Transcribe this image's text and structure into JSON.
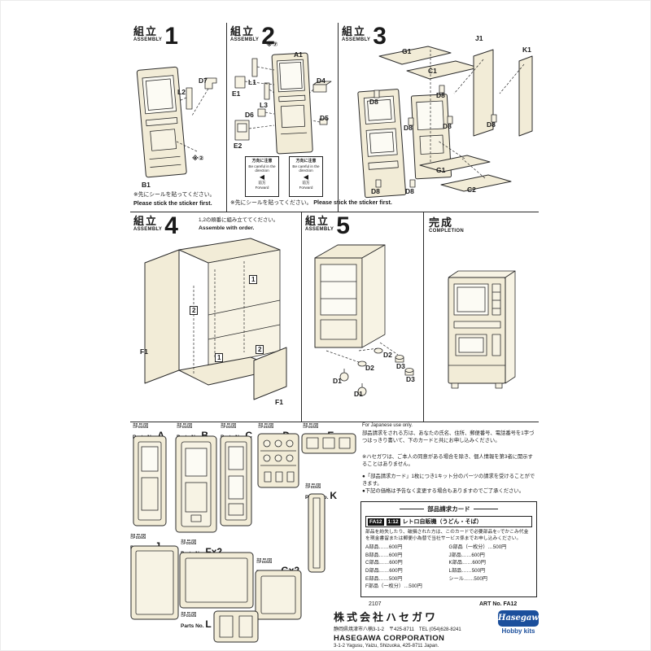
{
  "colors": {
    "cream": "#f2ecd7",
    "line": "#2a2a2a",
    "logo_blue": "#1b4f9c"
  },
  "steps": [
    {
      "kanji": "組立",
      "en": "ASSEMBLY",
      "num": "1",
      "labels": {
        "l2": "L2",
        "d7": "D7",
        "b1": "B1",
        "sticker_ref": "※②"
      }
    },
    {
      "kanji": "組立",
      "en": "ASSEMBLY",
      "num": "2",
      "labels": {
        "sticker_ref": "※⑦",
        "a1": "A1",
        "e1": "E1",
        "l1": "L1",
        "l3": "L3",
        "d6": "D6",
        "e2": "E2",
        "d4": "D4",
        "d5": "D5"
      },
      "warning": {
        "jp": "方向に注意",
        "en": "Be careful in the direction",
        "fwd_jp": "前方",
        "fwd_en": "Forward"
      }
    },
    {
      "kanji": "組立",
      "en": "ASSEMBLY",
      "num": "3",
      "labels": {
        "g1": "G1",
        "c1": "C1",
        "j1": "J1",
        "k1": "K1",
        "d8": "D8",
        "c2": "C2"
      }
    },
    {
      "kanji": "組立",
      "en": "ASSEMBLY",
      "num": "4",
      "note_jp": "1,2の順番に組み立ててください。",
      "note_en": "Assemble with order.",
      "labels": {
        "f1": "F1",
        "n1": "1",
        "n2": "2"
      }
    },
    {
      "kanji": "組立",
      "en": "ASSEMBLY",
      "num": "5",
      "labels": {
        "d1": "D1",
        "d2": "D2",
        "d3": "D3"
      }
    }
  ],
  "sticker_note": {
    "jp": "※先にシールを貼ってください。",
    "en": "Please stick the sticker first."
  },
  "completion": {
    "kanji": "完成",
    "en": "COMPLETION"
  },
  "parts_diagrams": {
    "jp": "部品図",
    "en": "Parts No.",
    "items": [
      "A",
      "B",
      "C",
      "D",
      "E",
      "K",
      "J",
      "Fx2",
      "Gx2",
      "L"
    ]
  },
  "order_info": {
    "for_japanese": "For Japanese use only.",
    "p1": "部品請求をされる方は、あなたの氏名、住所、郵便番号、電話番号を1字づつはっきり書いて、下のカードと共にお申し込みください。",
    "p2": "※ハセガワは、ご本人の同意がある場合を除き、個人情報を第3者に開示することはありません。",
    "b1": "●「部品請求カード」1枚につき1キット分のパーツの請求を受けることができます。",
    "b2": "●下記の価格は予告なく変更する場合もありますのでご了承ください。"
  },
  "order_card": {
    "title": "部品請求カード",
    "code": "FA12",
    "scale": "1:12",
    "kit_name": "レトロ自販機（うどん・そば）",
    "body": "部品を紛失したり、破損された方は、このカードで必要部品を○でかこみ代金を現金書留または郵便小為替で当社サービス係までお申し込みください。",
    "prices_left": [
      "A部品……600円",
      "B部品……600円",
      "C部品……600円",
      "D部品……600円",
      "E部品……500円",
      "F部品（一枚分）…500円"
    ],
    "prices_right": [
      "G部品（一枚分）…500円",
      "J部品……600円",
      "K部品……600円",
      "L部品……500円",
      "シール……500円"
    ],
    "code_no": "2107",
    "art_no": "ART No. FA12"
  },
  "company": {
    "name_jp": "株式会社ハセガワ",
    "addr_jp": "静岡県焼津市八楠3-1-2　〒425-8711　TEL (054)628-8241",
    "name_en": "HASEGAWA CORPORATION",
    "addr_en": "3-1-2 Yagusu, Yaizu, Shizuoka, 425-8711 Japan.",
    "logo_text": "Hasegawa",
    "logo_sub": "Hobby kits"
  }
}
